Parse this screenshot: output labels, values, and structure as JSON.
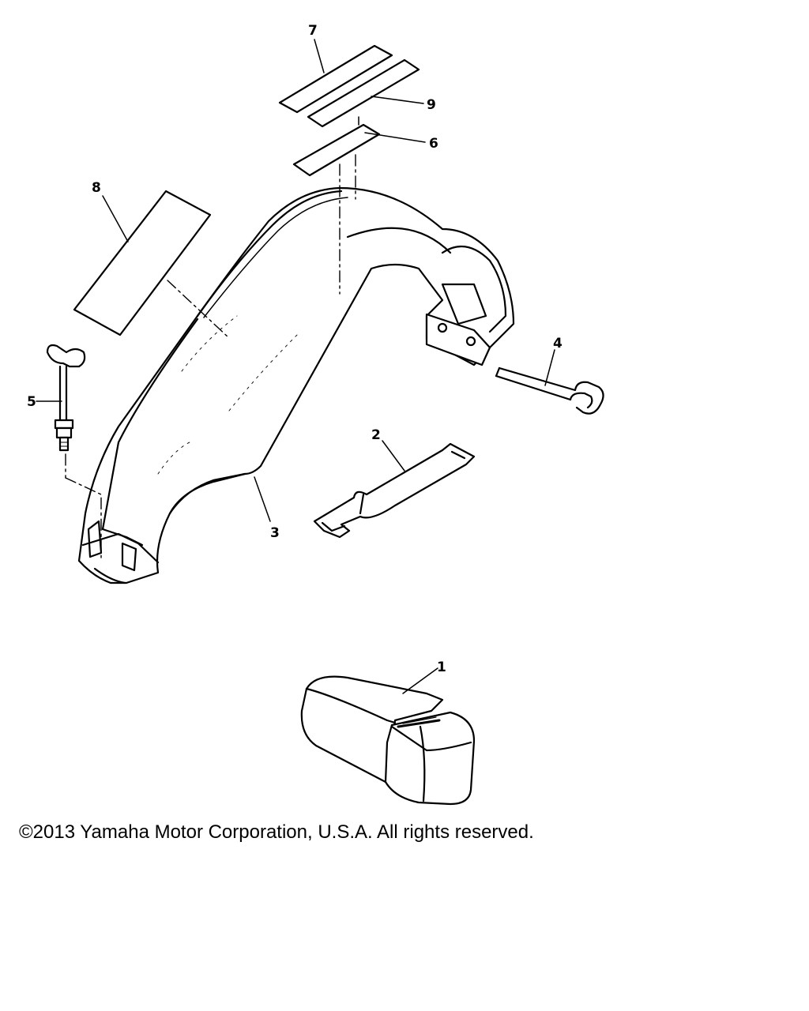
{
  "callouts": {
    "c1": "1",
    "c2": "2",
    "c3": "3",
    "c4": "4",
    "c5": "5",
    "c6": "6",
    "c7": "7",
    "c8": "8",
    "c9": "9"
  },
  "footer": {
    "copyright": "©2013 Yamaha Motor Corporation, U.S.A. All rights reserved."
  }
}
